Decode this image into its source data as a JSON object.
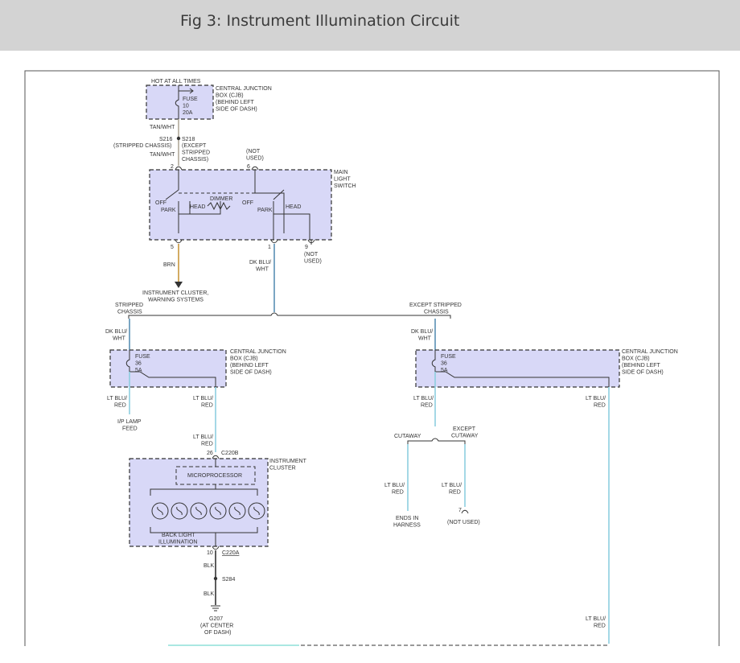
{
  "title": "Fig 3: Instrument Illumination Circuit",
  "colors": {
    "box_fill": "#d8d8f7",
    "wire_tan": "#b0a89a",
    "wire_blue": "#5a8fb4",
    "wire_brown": "#c8963c",
    "wire_lt_blue": "#8ecfe0",
    "wire_black": "#333333"
  },
  "labels": {
    "hot": "HOT AT ALL TIMES",
    "cjb_top": [
      "CENTRAL JUNCTION",
      "BOX (CJB)",
      "(BEHIND LEFT",
      "SIDE OF DASH)"
    ],
    "fuse10": [
      "FUSE",
      "10",
      "20A"
    ],
    "tan1": "TAN/WHT",
    "s216": "S216",
    "stripped_chassis_p": "(STRIPPED CHASSIS)",
    "s218": "S218",
    "except_stripped": [
      "(EXCEPT",
      "STRIPPED",
      "CHASSIS)"
    ],
    "tan2": "TAN/WHT",
    "not_used_top": [
      "(NOT",
      "USED)"
    ],
    "pin2": "2",
    "pin6": "6",
    "main_switch": [
      "MAIN",
      "LIGHT",
      "SWITCH"
    ],
    "dimmer": "DIMMER",
    "off1": "OFF",
    "park1": "PARK",
    "head1": "HEAD",
    "off2": "OFF",
    "park2": "PARK",
    "head2": "HEAD",
    "pin5": "5",
    "pin1": "1",
    "pin9": "9",
    "not_used_9": [
      "(NOT",
      "USED)"
    ],
    "brn": "BRN",
    "dkblu_mid": [
      "DK BLU/",
      "WHT"
    ],
    "cluster_warn": [
      "INSTRUMENT CLUSTER,",
      "WARNING SYSTEMS"
    ],
    "stripped_chassis": [
      "STRIPPED",
      "CHASSIS"
    ],
    "except_stripped_chassis": [
      "EXCEPT STRIPPED",
      "CHASSIS"
    ],
    "dkblu_left": [
      "DK BLU/",
      "WHT"
    ],
    "dkblu_right": [
      "DK BLU/",
      "WHT"
    ],
    "fuse36_left": [
      "FUSE",
      "36",
      "5A"
    ],
    "fuse36_right": [
      "FUSE",
      "36",
      "5A"
    ],
    "cjb_left": [
      "CENTRAL JUNCTION",
      "BOX (CJB)",
      "(BEHIND LEFT",
      "SIDE OF DASH)"
    ],
    "cjb_right": [
      "CENTRAL JUNCTION",
      "BOX (CJB)",
      "(BEHIND LEFT",
      "SIDE OF DASH)"
    ],
    "ltblu_l1": [
      "LT BLU/",
      "RED"
    ],
    "ltblu_l2": [
      "LT BLU/",
      "RED"
    ],
    "ltblu_r1": [
      "LT BLU/",
      "RED"
    ],
    "ltblu_r2": [
      "LT BLU/",
      "RED"
    ],
    "ip_lamp": [
      "I/P LAMP",
      "FEED"
    ],
    "ltblu_l3": [
      "LT BLU/",
      "RED"
    ],
    "pin26": "26",
    "c220b": "C220B",
    "instrument_cluster": [
      "INSTRUMENT",
      "CLUSTER"
    ],
    "microprocessor": "MICROPROCESSOR",
    "back_light": [
      "BACK LIGHT",
      "ILLUMINATION"
    ],
    "pin10": "10",
    "c220a": "C220A",
    "blk1": "BLK",
    "s284": "S284",
    "blk2": "BLK",
    "g207": [
      "G207",
      "(AT CENTER",
      "OF DASH)"
    ],
    "cutaway": "CUTAWAY",
    "except_cutaway": [
      "EXCEPT",
      "CUTAWAY"
    ],
    "ltblu_c1": [
      "LT BLU/",
      "RED"
    ],
    "ltblu_c2": [
      "LT BLU/",
      "RED"
    ],
    "ends_harness": [
      "ENDS IN",
      "HARNESS"
    ],
    "pin7": "7",
    "not_used_7": "(NOT USED)",
    "ltblu_bottom": [
      "LT BLU/",
      "RED"
    ]
  }
}
